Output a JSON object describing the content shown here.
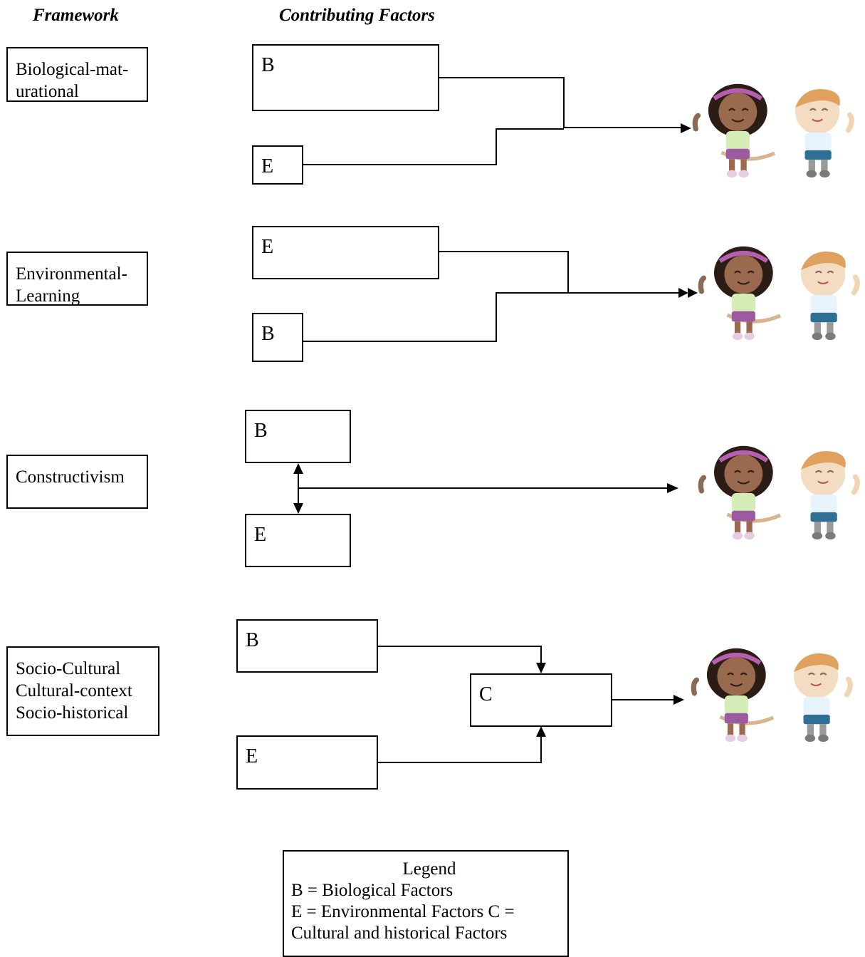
{
  "headers": {
    "framework": "Framework",
    "contributing": "Contributing Factors"
  },
  "frameworks": [
    "Biological-mat-\nurational",
    "Environmental-\nLearning",
    "Constructivism",
    "Socio-Cultural\nCultural-context\nSocio-historical"
  ],
  "rows": [
    {
      "top": "B",
      "bottom": "E"
    },
    {
      "top": "E",
      "bottom": "B"
    },
    {
      "top": "B",
      "bottom": "E"
    },
    {
      "top": "B",
      "bottom": "E",
      "mid": "C"
    }
  ],
  "legend": {
    "title": "Legend",
    "line1": "B = Biological Factors",
    "line2": "E = Environmental Factors C =",
    "line3": "Cultural and historical Factors"
  },
  "icons": [
    "children-holding-hands-icon"
  ]
}
